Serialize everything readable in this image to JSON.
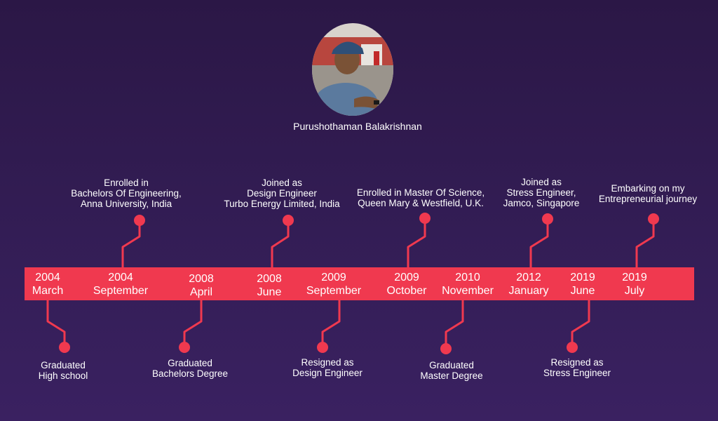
{
  "profile": {
    "name": "Purushothaman Balakrishnan",
    "avatar_icon": "person-photo-icon"
  },
  "colors": {
    "accent": "#f0394f",
    "background": "#2e1a4d"
  },
  "timeline": [
    {
      "year": "2004",
      "month": "March"
    },
    {
      "year": "2004",
      "month": "September"
    },
    {
      "year": "2008",
      "month": "April"
    },
    {
      "year": "2008",
      "month": "June"
    },
    {
      "year": "2009",
      "month": "September"
    },
    {
      "year": "2009",
      "month": "October"
    },
    {
      "year": "2010",
      "month": "November"
    },
    {
      "year": "2012",
      "month": "January"
    },
    {
      "year": "2019",
      "month": "June"
    },
    {
      "year": "2019",
      "month": "July"
    }
  ],
  "events_above": [
    {
      "lines": [
        "Enrolled in",
        "Bachelors Of Engineering,",
        "Anna University, India"
      ]
    },
    {
      "lines": [
        "Joined as",
        "Design Engineer",
        "Turbo Energy Limited, India"
      ]
    },
    {
      "lines": [
        "Enrolled in Master Of Science,",
        "Queen Mary & Westfield, U.K."
      ]
    },
    {
      "lines": [
        "Joined as",
        "Stress Engineer,",
        "Jamco, Singapore"
      ]
    },
    {
      "lines": [
        "Embarking on my",
        "Entrepreneurial journey"
      ]
    }
  ],
  "events_below": [
    {
      "lines": [
        "Graduated",
        "High school"
      ]
    },
    {
      "lines": [
        "Graduated",
        "Bachelors Degree"
      ]
    },
    {
      "lines": [
        "Resigned as",
        "Design Engineer"
      ]
    },
    {
      "lines": [
        "Graduated",
        "Master Degree"
      ]
    },
    {
      "lines": [
        "Resigned as",
        "Stress Engineer"
      ]
    }
  ]
}
